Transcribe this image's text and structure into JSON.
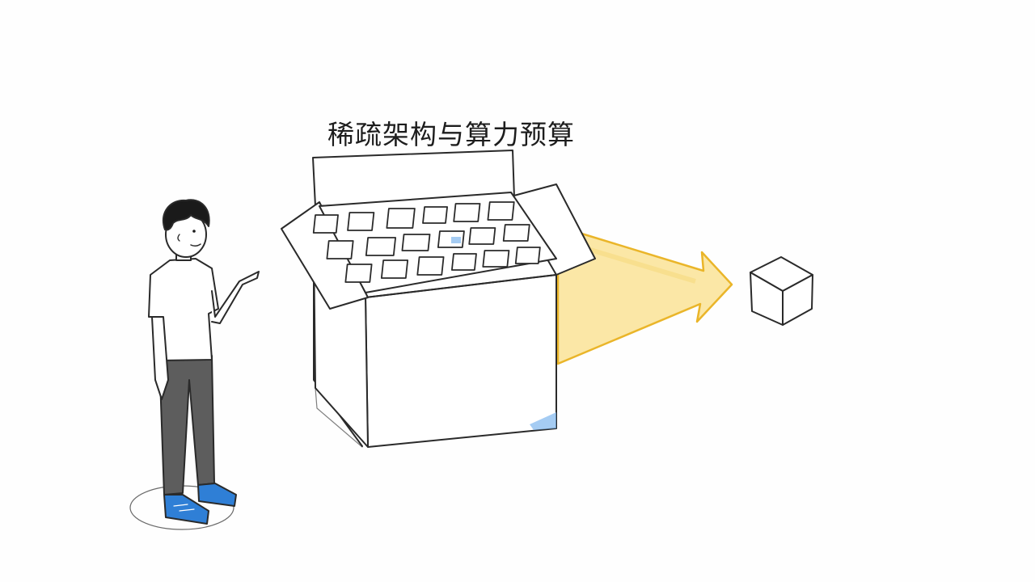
{
  "caption": "稀疏架构与算力预算",
  "colors": {
    "ink": "#2a2a2a",
    "arrow_fill": "#fbe6a2",
    "arrow_stroke": "#e9b21e",
    "shoe_blue": "#2f7fd6",
    "pants": "#5d5d5d",
    "hair": "#1a1a1a",
    "cell_highlight": "#7fb6ee"
  },
  "illustration": {
    "figure": "person-pointing",
    "container": "open-cardboard-box-with-grid",
    "connector": "yellow-arrow",
    "target": "small-cube"
  }
}
